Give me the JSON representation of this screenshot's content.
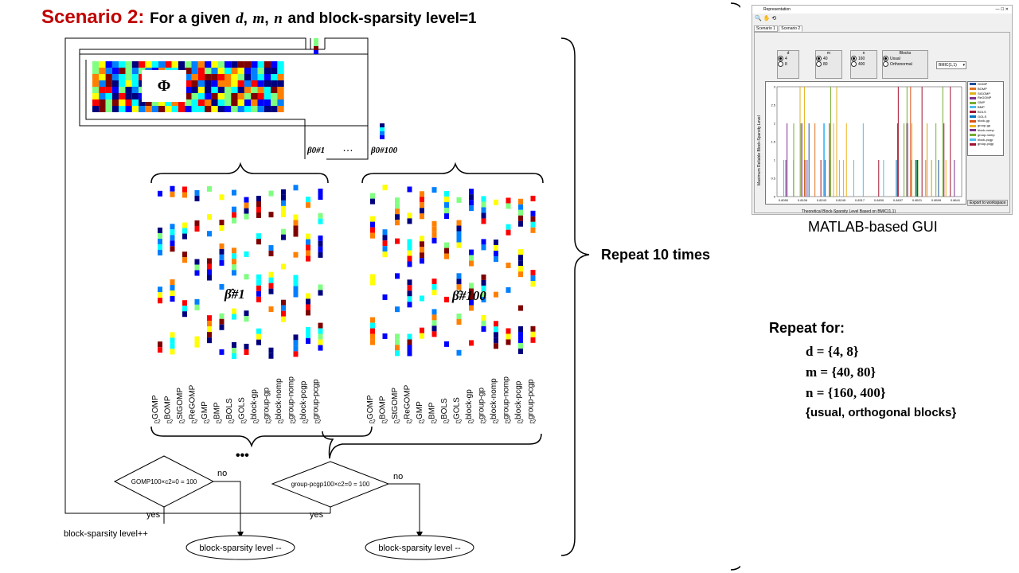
{
  "title": {
    "scenario": "Scenario 2:",
    "text_before": "For a given",
    "d": "d",
    "m": "m",
    "n": "n",
    "text_after": "and block-sparsity level=1"
  },
  "matrix_label": "Φ",
  "beta_first": "β0#1",
  "beta_sep": "…",
  "beta_last": "β0#100",
  "beta_hat_first": "β̂#1",
  "beta_hat_last": "β̂#100",
  "algorithms_first": [
    "GOMP",
    "BOMP",
    "StGOMP",
    "ReGOMP",
    "GMP",
    "BMP",
    "BOLS",
    "GOLS",
    "block-gp",
    "group-gp",
    "block-nomp",
    "group-nomp",
    "block-pcgp",
    "group-pcgp"
  ],
  "algorithms_last": [
    "GOMP",
    "BOMP",
    "StGOMP",
    "ReGOMP",
    "GMP",
    "BMP",
    "BOLS",
    "GOLS",
    "block-gp",
    "group-gp",
    "block-nomp",
    "group-nomp",
    "block-pcgp",
    "group-pcgp"
  ],
  "subscript": "c2",
  "ellipsis_dots": "•••",
  "decision_left": "GOMP100×c2=0 = 100",
  "decision_right": "group-pcgp100×c2=0 = 100",
  "no_label": "no",
  "yes_label": "yes",
  "increment_label": "block-sparsity level++",
  "decrement_label": "block-sparsity level --",
  "repeat_ten": "Repeat 10 times",
  "repeat_for": "Repeat for:",
  "params": [
    "d = {4, 8}",
    "m = {40, 80}",
    "n = {160, 400}",
    "{usual, orthogonal blocks}"
  ],
  "gui_caption": "MATLAB-based GUI",
  "gui": {
    "window_title": "Representation",
    "tabs": [
      "Scenario 1",
      "Scenario 2"
    ],
    "d_title": "d",
    "d_options": [
      "4",
      "8"
    ],
    "m_title": "m",
    "m_options": [
      "40",
      "80"
    ],
    "n_title": "n",
    "n_options": [
      "160",
      "400"
    ],
    "blocks_title": "Blocks",
    "blocks_options": [
      "Usual",
      "Orthonormal"
    ],
    "dropdown_value": "BMIC(1,1)",
    "ylabel": "Maximum Reliable Block-Sparsity Level",
    "xlabel": "Theoretical Block-Sparsity Level Based on BMIC(1,1)",
    "export_button": "Export to workspace",
    "legend": [
      "GOMP",
      "BOMP",
      "StGOMP",
      "ReGOMP",
      "GMP",
      "BMP",
      "BOLS",
      "GOLS",
      "block-gp",
      "group-gp",
      "block-nomp",
      "group-nomp",
      "block-pcgp",
      "group-pcgp"
    ],
    "legend_colors": [
      "#1f4e9c",
      "#e07020",
      "#e0b020",
      "#7e2f8e",
      "#77ac30",
      "#4dbeee",
      "#a2142f",
      "#0072bd",
      "#d95319",
      "#edb120",
      "#7e2f8e",
      "#77ac30",
      "#4dbeee",
      "#a2142f"
    ],
    "xticks": [
      "0.8050",
      "0.8106",
      "0.8243",
      "0.8245",
      "0.8317",
      "0.8450",
      "0.8457",
      "0.8521",
      "0.8599",
      "0.8641"
    ],
    "yticks": [
      "0",
      "0.5",
      "1",
      "1.5",
      "2",
      "2.5",
      "3"
    ]
  },
  "heat_colors": [
    "#00007f",
    "#0000ff",
    "#0080ff",
    "#00ffff",
    "#80ff80",
    "#ffff00",
    "#ff8000",
    "#ff0000",
    "#7f0000"
  ]
}
